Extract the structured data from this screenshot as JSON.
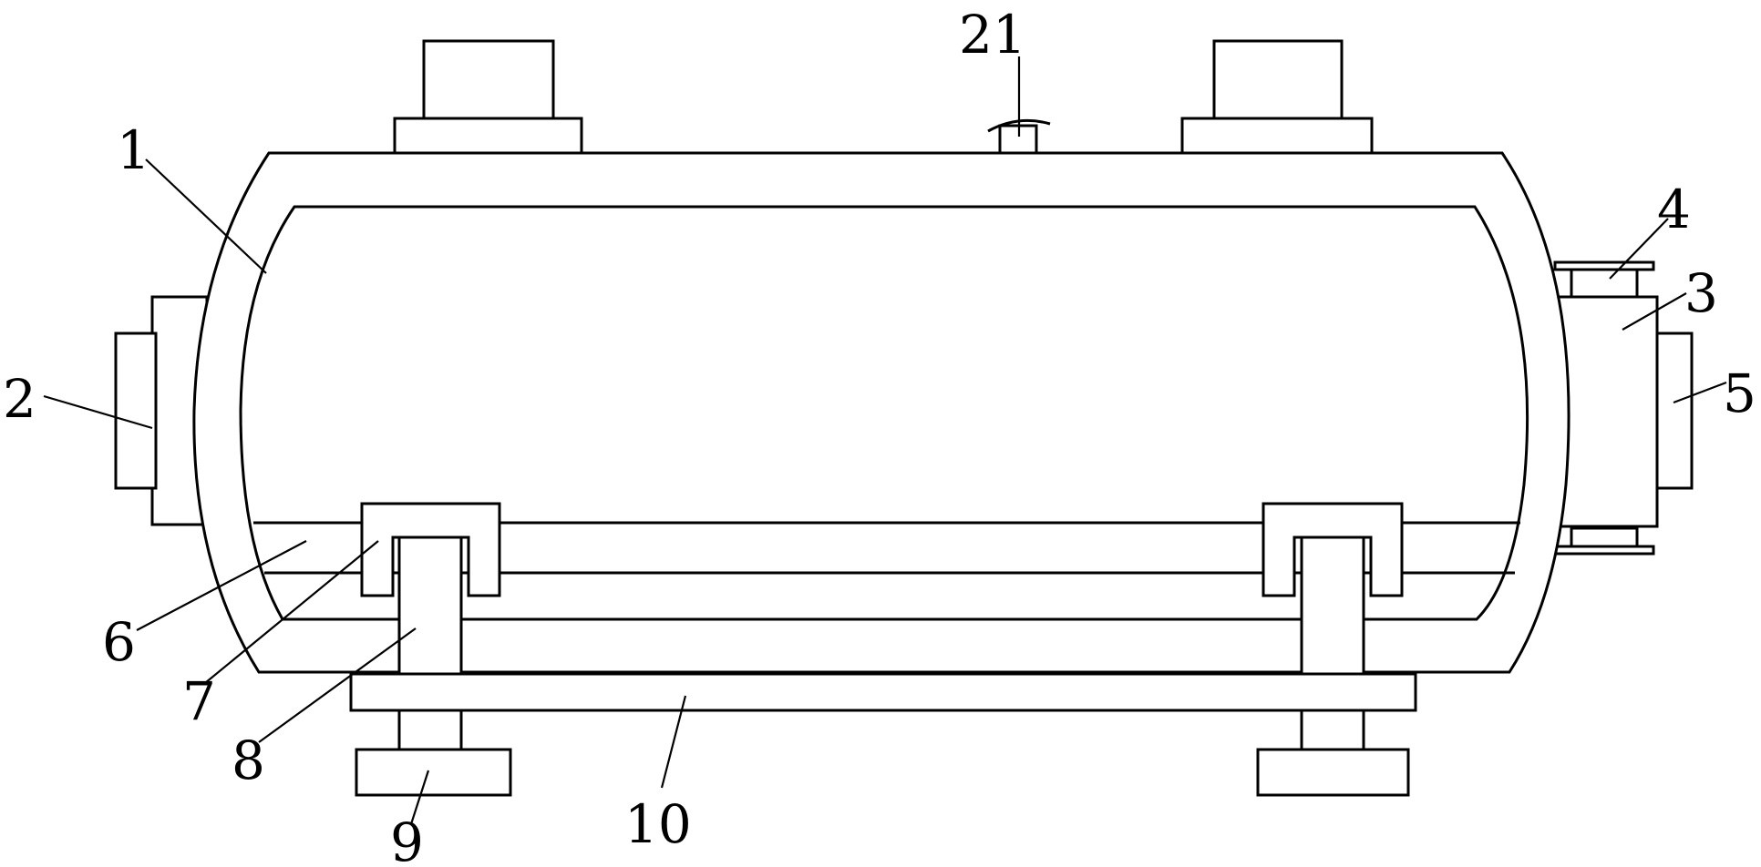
{
  "colors": {
    "stroke": "#000000",
    "background": "#ffffff"
  },
  "labels": {
    "l1": "1",
    "l2": "2",
    "l3": "3",
    "l4": "4",
    "l5": "5",
    "l6": "6",
    "l7": "7",
    "l8": "8",
    "l9": "9",
    "l10": "10",
    "l21": "21"
  }
}
